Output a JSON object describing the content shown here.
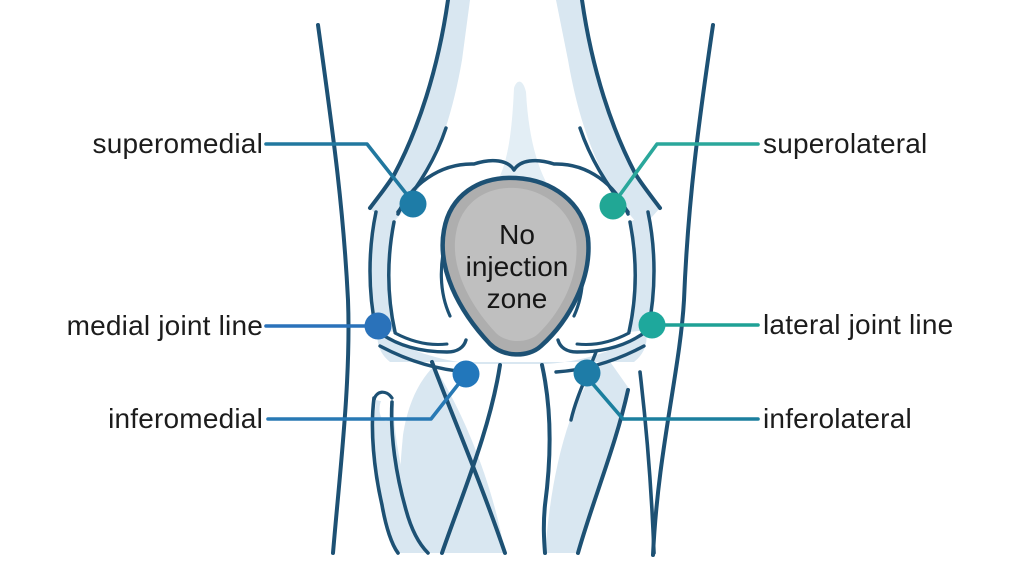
{
  "diagram": {
    "title_hidden": "",
    "center_label": {
      "line1": "No",
      "line2": "injection",
      "line3": "zone"
    },
    "annotations": [
      {
        "label": "superomedial",
        "side": "left",
        "dot_color": "#1e7ca7",
        "line_color": "#21789f"
      },
      {
        "label": "superolateral",
        "side": "right",
        "dot_color": "#21a795",
        "line_color": "#2aa79b"
      },
      {
        "label": "medial joint line",
        "side": "left",
        "dot_color": "#2a72ba",
        "line_color": "#2a72ba"
      },
      {
        "label": "lateral joint line",
        "side": "right",
        "dot_color": "#1ea89c",
        "line_color": "#1ea195"
      },
      {
        "label": "inferomedial",
        "side": "left",
        "dot_color": "#2277bb",
        "line_color": "#2879b4"
      },
      {
        "label": "inferolateral",
        "side": "right",
        "dot_color": "#1e7ca7",
        "line_color": "#1b7f9e"
      }
    ],
    "colors": {
      "outline": "#1d5174",
      "bone_fill": "#d9e7f1",
      "pale_fill": "#e3eef5",
      "patella_fill": "#aeaeae",
      "patella_inner": "#bfbfbf",
      "label_text": "#1c1c1c",
      "background": "#ffffff"
    }
  }
}
